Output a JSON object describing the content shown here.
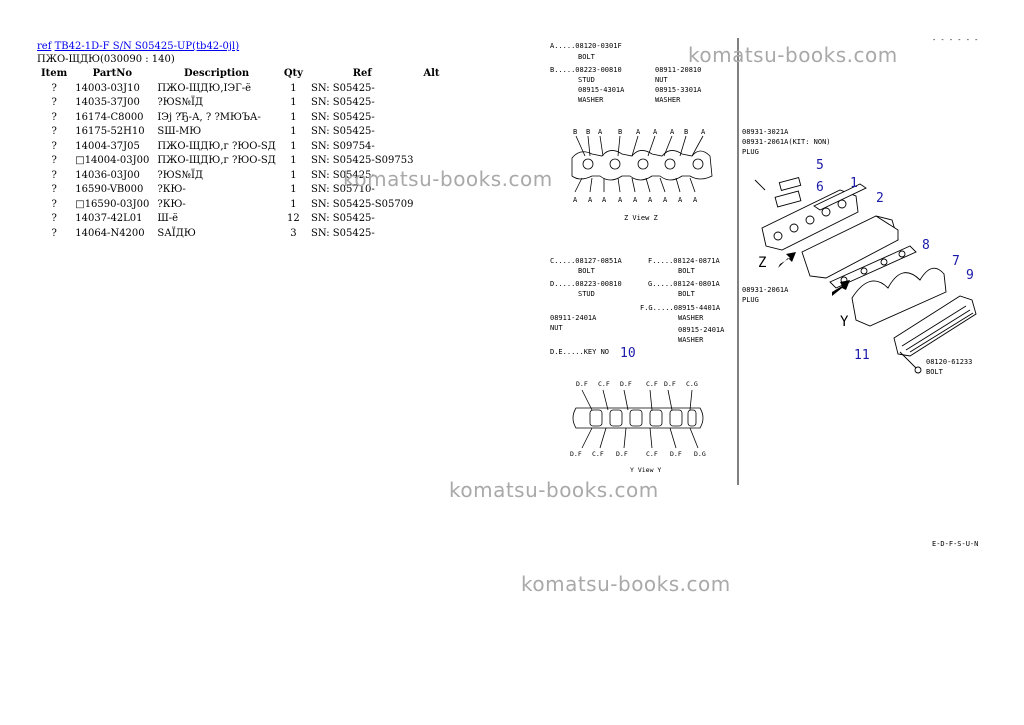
{
  "header": {
    "ref_link": "ref",
    "model_link": "TB42-1D-F S/N S05425-UP(tb42-0jl)",
    "group_title": "ПЖО-ЩДЮ(030090 : 140)"
  },
  "table": {
    "columns": [
      "Item",
      "PartNo",
      "Description",
      "Qty",
      "Ref",
      "Alt"
    ],
    "rows": [
      {
        "item": "?",
        "part": "14003-03J10",
        "desc": "ПЖО-ЩДЮ,ІЭГ-ё",
        "qty": "1",
        "ref": "SN: S05425-",
        "alt": ""
      },
      {
        "item": "?",
        "part": "14035-37J00",
        "desc": "?ЮЅ№ЇД",
        "qty": "1",
        "ref": "SN: S05425-",
        "alt": ""
      },
      {
        "item": "?",
        "part": "16174-C8000",
        "desc": "ІЭј ?Ђ-А, ? ?МЮЪА-",
        "qty": "1",
        "ref": "SN: S05425-",
        "alt": ""
      },
      {
        "item": "?",
        "part": "16175-52H10",
        "desc": "ЅШ-МЮ",
        "qty": "1",
        "ref": "SN: S05425-",
        "alt": ""
      },
      {
        "item": "?",
        "part": "14004-37J05",
        "desc": "ПЖО-ЩДЮ,г ?ЮО-ЅД",
        "qty": "1",
        "ref": "SN: S09754-",
        "alt": ""
      },
      {
        "item": "?",
        "part": "□14004-03J00",
        "desc": "ПЖО-ЩДЮ,г ?ЮО-ЅД",
        "qty": "1",
        "ref": "SN: S05425-S09753",
        "alt": ""
      },
      {
        "item": "?",
        "part": "14036-03J00",
        "desc": "?ЮЅ№ЇД",
        "qty": "1",
        "ref": "SN: S05425-",
        "alt": ""
      },
      {
        "item": "?",
        "part": "16590-VB000",
        "desc": "?КЮ-",
        "qty": "1",
        "ref": "SN: S05710-",
        "alt": ""
      },
      {
        "item": "?",
        "part": "□16590-03J00",
        "desc": "?КЮ-",
        "qty": "1",
        "ref": "SN: S05425-S05709",
        "alt": ""
      },
      {
        "item": "?",
        "part": "14037-42L01",
        "desc": "Ш-ё",
        "qty": "12",
        "ref": "SN: S05425-",
        "alt": ""
      },
      {
        "item": "?",
        "part": "14064-N4200",
        "desc": "ЅАЇДЮ",
        "qty": "3",
        "ref": "SN: S05425-",
        "alt": ""
      }
    ]
  },
  "diagram": {
    "callouts": [
      {
        "id": "A",
        "code": "08120-0301F",
        "name": "BOLT"
      },
      {
        "id": "B",
        "code": "08223-00810",
        "name": "STUD"
      },
      {
        "id": "B2",
        "code": "08911-20810",
        "name": "NUT"
      },
      {
        "id": "B3",
        "code": "08915-4301A",
        "name": "WASHER"
      },
      {
        "id": "B4",
        "code": "08915-3301A",
        "name": "WASHER"
      },
      {
        "id": "C",
        "code": "08127-0851A",
        "name": "BOLT"
      },
      {
        "id": "F",
        "code": "08124-0871A",
        "name": "BOLT"
      },
      {
        "id": "D",
        "code": "08223-00810",
        "name": "STUD"
      },
      {
        "id": "G",
        "code": "08124-0801A",
        "name": "BOLT"
      },
      {
        "id": "F.G",
        "code": "08915-4401A",
        "name": "WASHER"
      },
      {
        "id": "",
        "code": "08911-2401A",
        "name": "NUT"
      },
      {
        "id": "",
        "code": "08915-2401A",
        "name": "WASHER"
      }
    ],
    "key_label": "D.E.....KEY NO",
    "key_no": "10",
    "plug_top_code": "08931-3021A",
    "plug_top_alt": "08931-2061A(KIT: NON)",
    "plug_top_name": "PLUG",
    "plug_bottom_code": "08931-2061A",
    "plug_bottom_name": "PLUG",
    "bolt_right_code": "08120-61233",
    "bolt_right_name": "BOLT",
    "view_z": "Z   View Z",
    "view_y": "Y   View Y",
    "corner_code": "E-D-F-S-U-N",
    "top_corner": "- - - - - -",
    "numbers": [
      "5",
      "6",
      "1",
      "2",
      "8",
      "7",
      "9",
      "11"
    ],
    "z_label": "Z",
    "y_label": "Y",
    "strip_top_labels": [
      "B",
      "B",
      "A",
      "B",
      "A",
      "A",
      "A",
      "B",
      "A"
    ],
    "strip_bottom_labels": [
      "A",
      "A",
      "A",
      "A",
      "A",
      "A",
      "A",
      "A",
      "A"
    ],
    "strip2_top_labels": [
      "D.F",
      "C.F",
      "D.F",
      "C.F",
      "D.F",
      "C.G"
    ],
    "strip2_bottom_labels": [
      "D.F",
      "C.F",
      "D.F",
      "C.F",
      "D.F",
      "D.G"
    ]
  },
  "watermark": "komatsu-books.com"
}
